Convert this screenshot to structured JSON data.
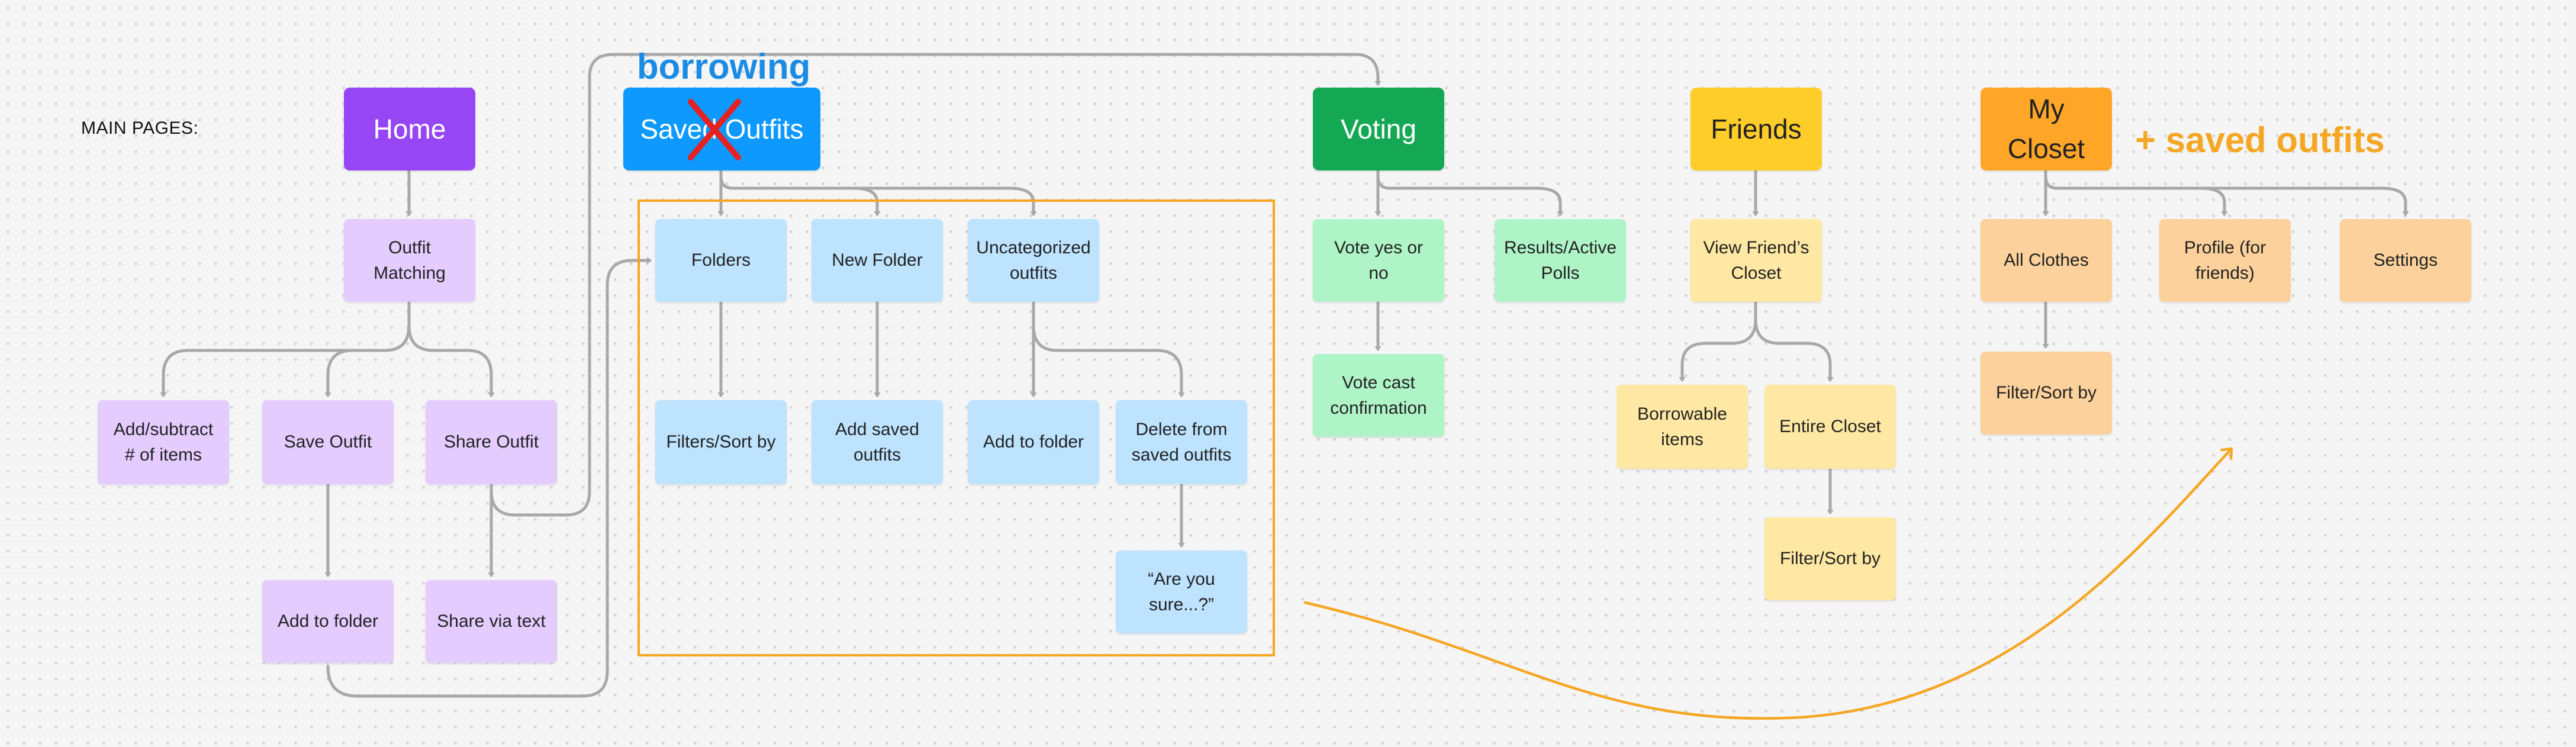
{
  "main_pages_label": "MAIN PAGES:",
  "colors": {
    "connector": "#a8a8a8",
    "group_outline": "#f5a623",
    "annotation_orange": "#f5a623",
    "annotation_blue": "#1a8ce6",
    "strike": "#e52222"
  },
  "annotations": {
    "borrowing": "borrowing",
    "saved_outfits_note": "+ saved outfits"
  },
  "headers": {
    "home": "Home",
    "saved_outfits": "Saved Outfits",
    "voting": "Voting",
    "friends": "Friends",
    "my_closet": "My Closet"
  },
  "home": {
    "outfit_matching": "Outfit\nMatching",
    "add_subtract": "Add/subtract\n# of items",
    "save_outfit": "Save Outfit",
    "share_outfit": "Share Outfit",
    "add_to_folder": "Add to folder",
    "share_via_text": "Share via text"
  },
  "saved": {
    "folders": "Folders",
    "new_folder": "New Folder",
    "uncategorized": "Uncategorized\noutfits",
    "filters_sort": "Filters/Sort by",
    "add_saved": "Add saved\noutfits",
    "add_to_folder": "Add to folder",
    "delete_saved": "Delete from\nsaved outfits",
    "are_you_sure": "“Are you\nsure...?”"
  },
  "voting": {
    "vote_yes_no": "Vote yes or no",
    "results": "Results/Active\nPolls",
    "vote_cast": "Vote cast\nconfirmation"
  },
  "friends": {
    "view_closet": "View Friend’s\nCloset",
    "borrowable": "Borrowable\nitems",
    "entire_closet": "Entire Closet",
    "filter_sort": "Filter/Sort by"
  },
  "closet": {
    "all_clothes": "All Clothes",
    "profile": "Profile (for\nfriends)",
    "settings": "Settings",
    "filter_sort": "Filter/Sort by"
  }
}
